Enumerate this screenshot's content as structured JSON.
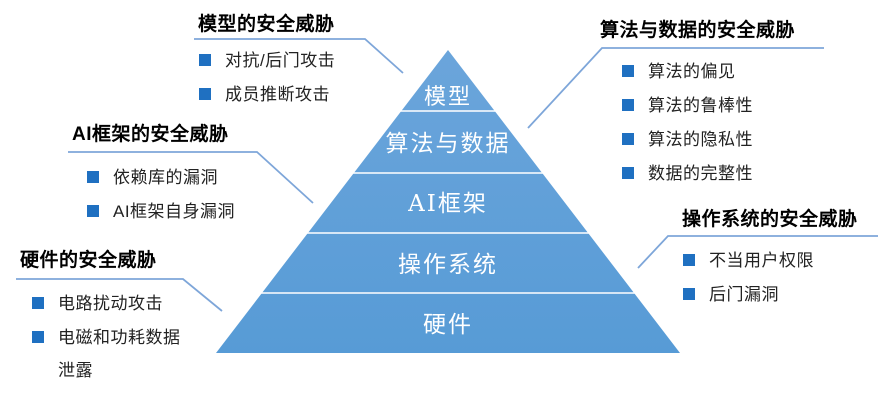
{
  "pyramid": {
    "layers": [
      {
        "label": "模型"
      },
      {
        "label": "算法与数据"
      },
      {
        "label": "AI框架"
      },
      {
        "label": "操作系统"
      },
      {
        "label": "硬件"
      }
    ]
  },
  "callouts": {
    "model": {
      "title": "模型的安全威胁",
      "items": [
        "对抗/后门攻击",
        "成员推断攻击"
      ]
    },
    "algorithm_data": {
      "title": "算法与数据的安全威胁",
      "items": [
        "算法的偏见",
        "算法的鲁棒性",
        "算法的隐私性",
        "数据的完整性"
      ]
    },
    "ai_framework": {
      "title": "AI框架的安全威胁",
      "items": [
        "依赖库的漏洞",
        "AI框架自身漏洞"
      ]
    },
    "os": {
      "title": "操作系统的安全威胁",
      "items": [
        "不当用户权限",
        "后门漏洞"
      ]
    },
    "hardware": {
      "title": "硬件的安全威胁",
      "items": [
        "电路扰动攻击",
        "电磁和功耗数据泄露"
      ]
    }
  },
  "colors": {
    "pyramid_fill": "#5B9BD5",
    "pyramid_fill_top": "#6BA5DB",
    "divider": "#FFFFFF",
    "connector_line": "#7EA6D9",
    "bullet_square": "#1F70C1",
    "heading_text": "#000000",
    "body_text": "#222222",
    "layer_label_text": "#FFFFFF"
  }
}
